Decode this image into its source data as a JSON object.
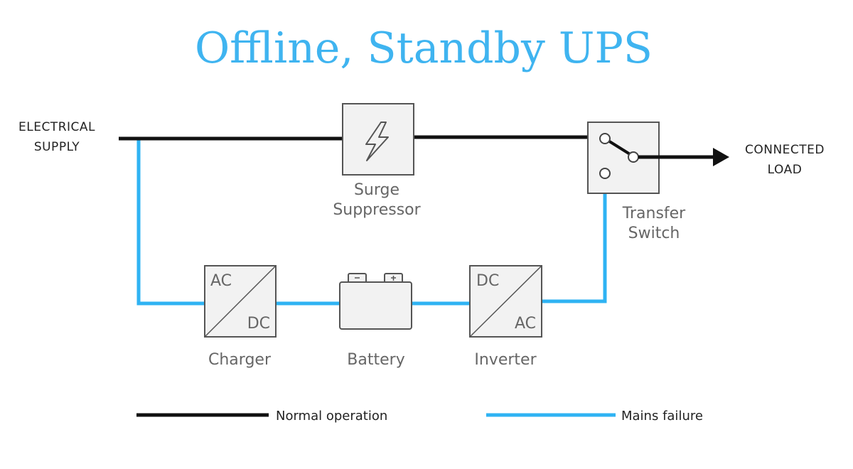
{
  "title": "Offline, Standby UPS",
  "labels": {
    "input_line1": "ELECTRICAL",
    "input_line2": "SUPPLY",
    "output_line1": "CONNECTED",
    "output_line2": "LOAD"
  },
  "components": {
    "surge": {
      "line1": "Surge",
      "line2": "Suppressor"
    },
    "switch": {
      "line1": "Transfer",
      "line2": "Switch"
    },
    "charger": {
      "name": "Charger",
      "top": "AC",
      "bottom": "DC"
    },
    "battery": {
      "name": "Battery"
    },
    "inverter": {
      "name": "Inverter",
      "top": "DC",
      "bottom": "AC"
    }
  },
  "legend": {
    "normal": "Normal operation",
    "failure": "Mains failure"
  },
  "colors": {
    "normal_path": "#111111",
    "failure_path": "#2fb3f3",
    "title": "#3fb4f0",
    "box_stroke": "#555555"
  }
}
